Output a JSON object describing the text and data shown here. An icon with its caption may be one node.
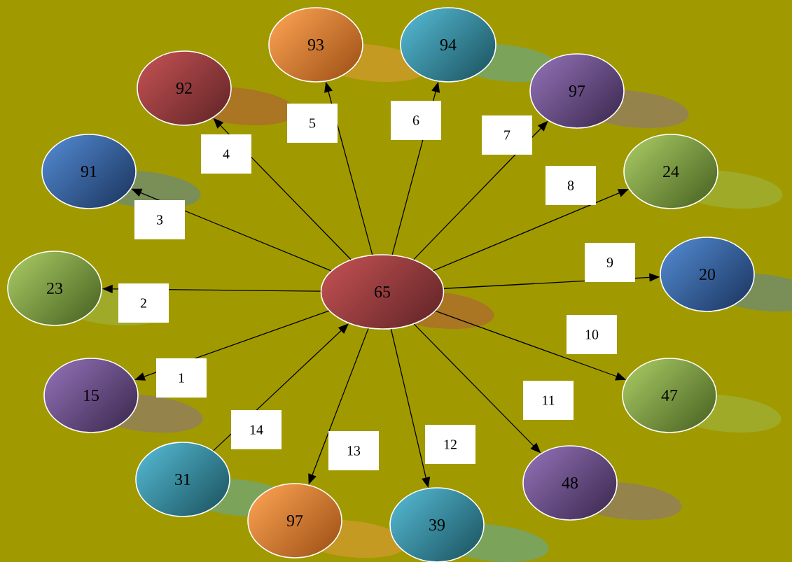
{
  "diagram": {
    "nodes": [
      {
        "text": [
          "65"
        ]
      },
      {
        "text": [
          "93"
        ]
      },
      {
        "text": [
          "94"
        ]
      },
      {
        "text": [
          "92"
        ]
      },
      {
        "text": [
          "97"
        ]
      },
      {
        "text": [
          "91"
        ]
      },
      {
        "text": [
          "24"
        ]
      },
      {
        "text": [
          "23"
        ]
      },
      {
        "text": [
          "20"
        ]
      },
      {
        "text": [
          "15"
        ]
      },
      {
        "text": [
          "47"
        ]
      },
      {
        "text": [
          "31"
        ]
      },
      {
        "text": [
          "48"
        ]
      },
      {
        "text": [
          "97"
        ]
      },
      {
        "text": [
          "39"
        ]
      }
    ],
    "edges": [
      {
        "from": 0,
        "to": 9,
        "arrow": "to",
        "label": "1"
      },
      {
        "from": 0,
        "to": 7,
        "arrow": "to",
        "label": "2"
      },
      {
        "from": 0,
        "to": 5,
        "arrow": "to",
        "label": "3"
      },
      {
        "from": 0,
        "to": 3,
        "arrow": "to",
        "label": "4"
      },
      {
        "from": 0,
        "to": 1,
        "arrow": "to",
        "label": "5"
      },
      {
        "from": 0,
        "to": 2,
        "arrow": "to",
        "label": "6"
      },
      {
        "from": 0,
        "to": 4,
        "arrow": "to",
        "label": "7"
      },
      {
        "from": 0,
        "to": 6,
        "arrow": "to",
        "label": "8"
      },
      {
        "from": 0,
        "to": 8,
        "arrow": "to",
        "label": "9"
      },
      {
        "from": 0,
        "to": 10,
        "arrow": "to",
        "label": "10"
      },
      {
        "from": 0,
        "to": 12,
        "arrow": "to",
        "label": "11"
      },
      {
        "from": 0,
        "to": 14,
        "arrow": "to",
        "label": "12"
      },
      {
        "from": 0,
        "to": 13,
        "arrow": "to",
        "label": "13"
      },
      {
        "from": 11,
        "to": 0,
        "arrow": "to",
        "label": "14"
      }
    ]
  }
}
